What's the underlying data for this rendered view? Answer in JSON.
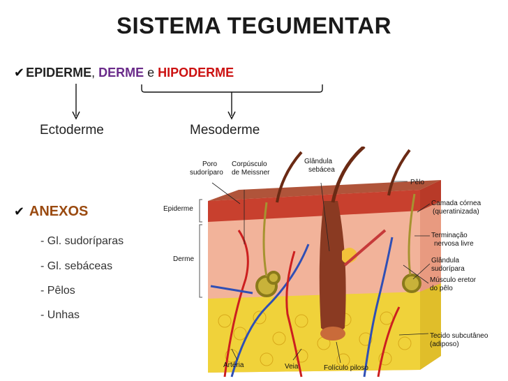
{
  "slide": {
    "title": "SISTEMA TEGUMENTAR",
    "layers": {
      "epiderme": "EPIDERME",
      "sep1": ", ",
      "derme": "DERME",
      "sep2": " e ",
      "hipoderme": "HIPODERME"
    },
    "origins": {
      "ectoderme": "Ectoderme",
      "mesoderme": "Mesoderme"
    },
    "anexos": {
      "title": "ANEXOS",
      "items": [
        "- Gl. sudoríparas",
        "- Gl. sebáceas",
        "- Pêlos",
        "- Unhas"
      ]
    },
    "colors": {
      "derme": "#6a2b8a",
      "hipoderme": "#cc1111",
      "anexos": "#9a4a10"
    }
  },
  "diagram": {
    "labels": {
      "poro_1": "Poro",
      "poro_2": "sudoríparo",
      "corpusculo_1": "Corpúsculo",
      "corpusculo_2": "de Meissner",
      "glandula_seb_1": "Glândula",
      "glandula_seb_2": "sebácea",
      "pelo": "Pêlo",
      "epiderme": "Epiderme",
      "camada_1": "Camada córnea",
      "camada_2": "(queratinizada)",
      "terminacao_1": "Terminação",
      "terminacao_2": "nervosa livre",
      "derme": "Derme",
      "glandula_sud_1": "Glândula",
      "glandula_sud_2": "sudorípara",
      "musculo_1": "Músculo eretor",
      "musculo_2": "do pêlo",
      "tecido_1": "Tecido subcutâneo",
      "tecido_2": "(adiposo)",
      "arteria": "Artéria",
      "veia": "Veia",
      "foliculo": "Folículo piloso"
    }
  }
}
